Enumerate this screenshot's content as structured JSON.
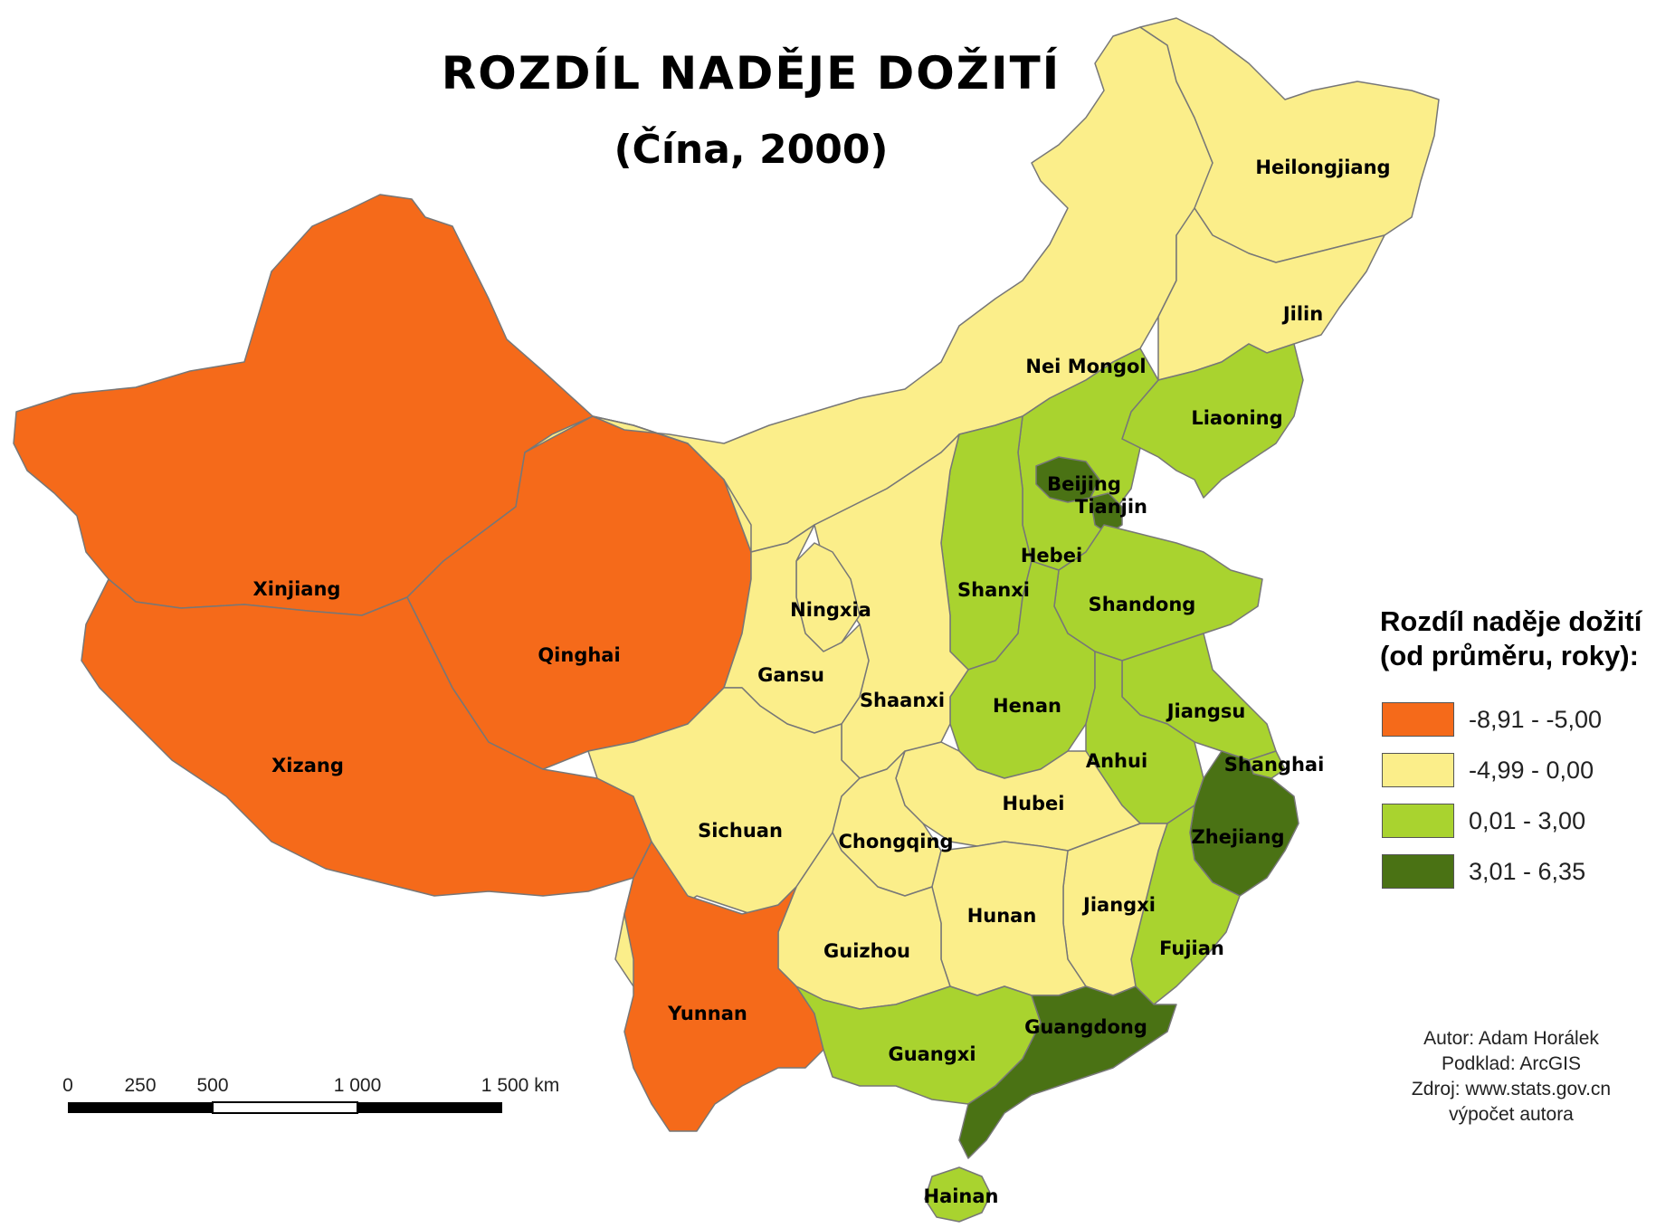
{
  "title": "ROZDÍL NADĚJE DOŽITÍ",
  "subtitle": "(Čína, 2000)",
  "colors": {
    "class1": "#f56a1a",
    "class2": "#fbee8a",
    "class3": "#a9d32f",
    "class4": "#4a7214",
    "border": "#777777"
  },
  "legend": {
    "title_line1": "Rozdíl naděje dožití",
    "title_line2": "(od průměru, roky):",
    "classes": [
      {
        "label": "-8,91 - -5,00",
        "color": "#f56a1a"
      },
      {
        "label": "-4,99 - 0,00",
        "color": "#fbee8a"
      },
      {
        "label": "0,01 - 3,00",
        "color": "#a9d32f"
      },
      {
        "label": "3,01 - 6,35",
        "color": "#4a7214"
      }
    ]
  },
  "provinces": [
    {
      "name": "Heilongjiang",
      "class": 2
    },
    {
      "name": "Jilin",
      "class": 2
    },
    {
      "name": "Nei Mongol",
      "class": 2
    },
    {
      "name": "Liaoning",
      "class": 3
    },
    {
      "name": "Beijing",
      "class": 4
    },
    {
      "name": "Tianjin",
      "class": 4
    },
    {
      "name": "Hebei",
      "class": 3
    },
    {
      "name": "Shanxi",
      "class": 3
    },
    {
      "name": "Shandong",
      "class": 3
    },
    {
      "name": "Xinjiang",
      "class": 1
    },
    {
      "name": "Qinghai",
      "class": 1
    },
    {
      "name": "Xizang",
      "class": 1
    },
    {
      "name": "Ningxia",
      "class": 2
    },
    {
      "name": "Gansu",
      "class": 2
    },
    {
      "name": "Shaanxi",
      "class": 2
    },
    {
      "name": "Henan",
      "class": 3
    },
    {
      "name": "Jiangsu",
      "class": 3
    },
    {
      "name": "Anhui",
      "class": 3
    },
    {
      "name": "Shanghai",
      "class": 3
    },
    {
      "name": "Sichuan",
      "class": 2
    },
    {
      "name": "Chongqing",
      "class": 2
    },
    {
      "name": "Hubei",
      "class": 2
    },
    {
      "name": "Zhejiang",
      "class": 4
    },
    {
      "name": "Hunan",
      "class": 2
    },
    {
      "name": "Jiangxi",
      "class": 2
    },
    {
      "name": "Fujian",
      "class": 3
    },
    {
      "name": "Guizhou",
      "class": 2
    },
    {
      "name": "Yunnan",
      "class": 1
    },
    {
      "name": "Guangxi",
      "class": 3
    },
    {
      "name": "Guangdong",
      "class": 4
    },
    {
      "name": "Hainan",
      "class": 3
    }
  ],
  "scale_bar": {
    "ticks": [
      "0",
      "250",
      "500",
      "1 000",
      "1 500 km"
    ]
  },
  "credits": {
    "author": "Autor: Adam Horálek",
    "base": "Podklad: ArcGIS",
    "source": "Zdroj: www.stats.gov.cn",
    "note": "výpočet autora"
  }
}
